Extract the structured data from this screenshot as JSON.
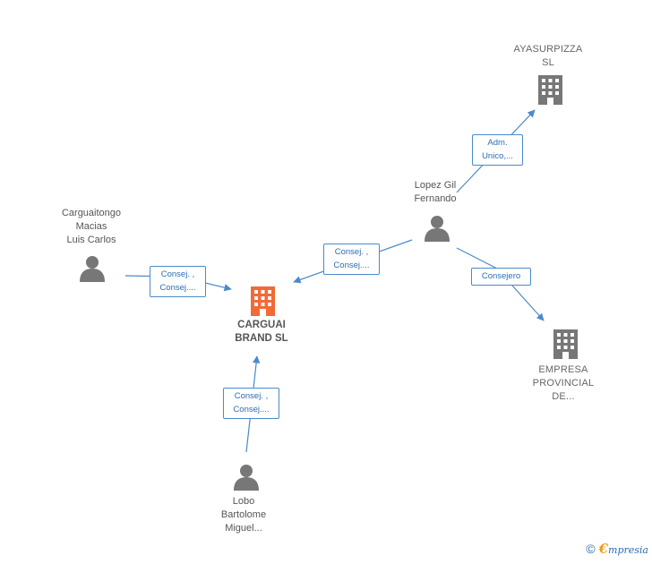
{
  "nodes": {
    "center": {
      "name": "CARGUAI\nBRAND  SL",
      "type": "company",
      "color": "#f26a36"
    },
    "ayasurpizza": {
      "name": "AYASURPIZZA\nSL",
      "type": "company",
      "color": "#777777"
    },
    "empresa_provincial": {
      "name": "EMPRESA\nPROVINCIAL\nDE...",
      "type": "company",
      "color": "#777777"
    },
    "lopez": {
      "name": "Lopez Gil\nFernando",
      "type": "person"
    },
    "carguaitongo": {
      "name": "Carguaitongo\nMacias\nLuis Carlos",
      "type": "person"
    },
    "lobo": {
      "name": "Lobo\nBartolome\nMiguel...",
      "type": "person"
    }
  },
  "edges": {
    "lopez_ayasurpizza": "Adm.\nUnico,...",
    "lopez_empresa": "Consejero",
    "lopez_center": "Consej. ,\nConsej....",
    "carguaitongo_center": "Consej. ,\nConsej....",
    "lobo_center": "Consej. ,\nConsej...."
  },
  "colors": {
    "edge": "#4a8acb",
    "person_icon": "#777777"
  },
  "footer": {
    "copyright": "©",
    "brand_first": "€",
    "brand_rest": "mpresia"
  }
}
